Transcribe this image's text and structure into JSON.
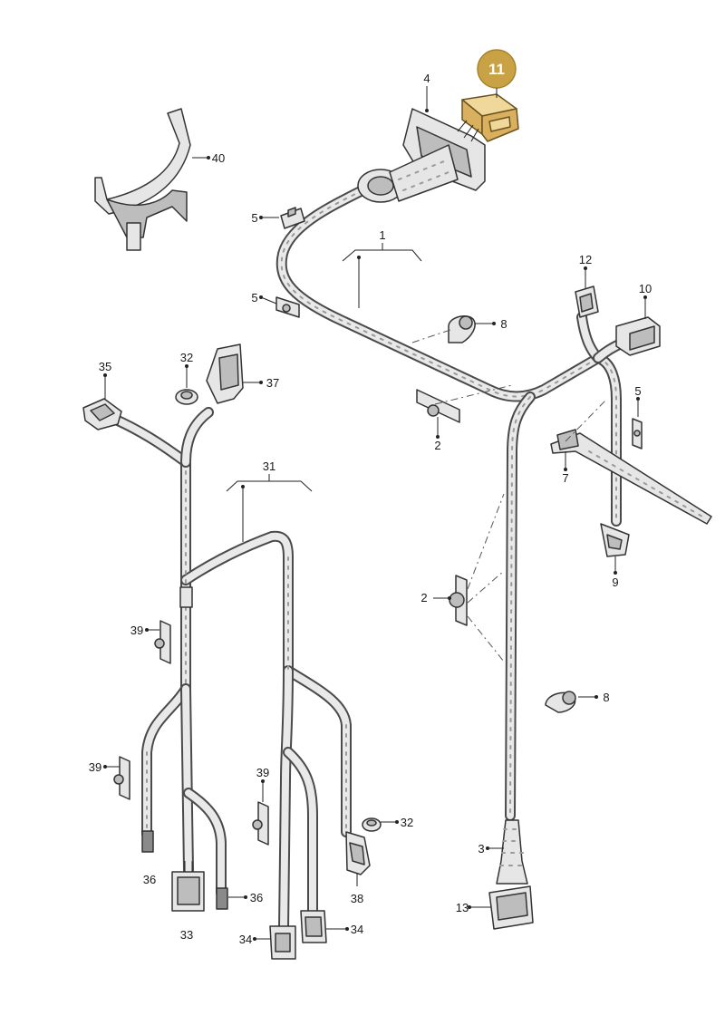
{
  "highlight": {
    "part_number": "11",
    "badge_color": "#c9a246",
    "badge_text_color": "#ffffff",
    "part_color": "#d9b15e"
  },
  "callouts": {
    "c1": "1",
    "c2a": "2",
    "c2b": "2",
    "c3": "3",
    "c4": "4",
    "c5a": "5",
    "c5b": "5",
    "c5c": "5",
    "c7": "7",
    "c8a": "8",
    "c8b": "8",
    "c9": "9",
    "c10": "10",
    "c12": "12",
    "c13": "13",
    "c31": "31",
    "c32a": "32",
    "c32b": "32",
    "c33": "33",
    "c34a": "34",
    "c34b": "34",
    "c35": "35",
    "c36a": "36",
    "c36b": "36",
    "c37": "37",
    "c38": "38",
    "c39a": "39",
    "c39b": "39",
    "c39c": "39",
    "c40": "40"
  }
}
